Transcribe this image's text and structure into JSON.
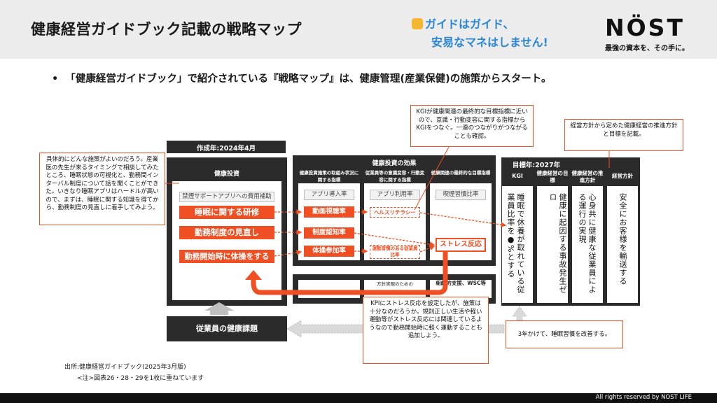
{
  "header": {
    "title": "健康経営ガイドブック記載の戦略マップ",
    "slogan_line1": "ガイドはガイド、",
    "slogan_line2": "安易なマネはしません!",
    "logo": "NÖST",
    "tagline": "最強の資本を、その手に。"
  },
  "bullet": "「健康経営ガイドブック」で紹介されている『戦略マップ』は、健康管理(産業保健)の施策からスタート。",
  "diagram": {
    "created": "作成年:2024年4月",
    "investment_title": "健康投資",
    "gray_item": "禁煙サポートアプリへの費用補助",
    "measures": [
      "睡眠に関する研修",
      "勤務制度の見直し",
      "勤務開始時に体操をする"
    ],
    "effects_title": "健康投資の効果",
    "effects_cols": [
      "健康投資施策の取組み状況に関する指標",
      "従業員等の意識変容・行動変容に関する指標",
      "健康関連の最終的な目標指標"
    ],
    "effects_gray": [
      "アプリ導入率",
      "アプリ利用率",
      "喫煙習慣比率"
    ],
    "effects_orange": [
      "動画視聴率",
      "制度認知率",
      "体操参加率"
    ],
    "effects_dash": [
      "ヘルスリテラシー",
      "運動習慣のある従業員比率"
    ],
    "stress": "ストレス反応",
    "lower_box1": "",
    "lower_box2": "方針実現のための",
    "lower_box3": "組織的支援、WSC等",
    "target_header": "目標年:2027年",
    "target_cols": [
      "KGI",
      "健康経営の目標",
      "健康経営の推進方針",
      "経営方針"
    ],
    "target_texts": [
      "睡眠で休養が取れている従業員比率を●%とする",
      "健康に起因する事故発生ゼロ",
      "心身共に健康な従業員による運行の実現",
      "安全にお客様を輸送する"
    ],
    "issues": "従業員の健康課題"
  },
  "callouts": {
    "left": "具体的にどんな施策がよいのだろう。産業医の先生が来るタイミングで相談してみたところ、睡眠状態の可視化と、勤務間インターバル制度について話を聞くことができた。いきなり睡眠アプリはハードルが高いので、まずは、睡眠に関する知識を得てから、勤務制度の見直しに着手してみよう。",
    "kgi": "KGIが健康関連の最終的な目標指標に近いので、意識・行動変容に関する指標からKGIをつなぐ。一連のつながりがつながることも確認。",
    "policy": "経営方針から定めた健康経営の推進方針と目標を記載。",
    "kpi": "KPIにストレス反応を設定したが、施策は十分なのだろうか。規則正しい生活や軽い運動等がストレス反応には関連しているようなので勤務開始時に軽く運動することも追加しよう。",
    "three_years": "3年かけて、睡眠習慣を改善する。"
  },
  "source": {
    "line1": "出所:健康経営ガイドブック(2025年3月版)",
    "line2": "<注>図表26・28・29を1枚に重ねています"
  },
  "footer": "All rights reserved by NOST LIFE",
  "colors": {
    "accent": "#f04e23",
    "dark": "#2b2b2b",
    "brand_blue": "#2a86d6"
  }
}
